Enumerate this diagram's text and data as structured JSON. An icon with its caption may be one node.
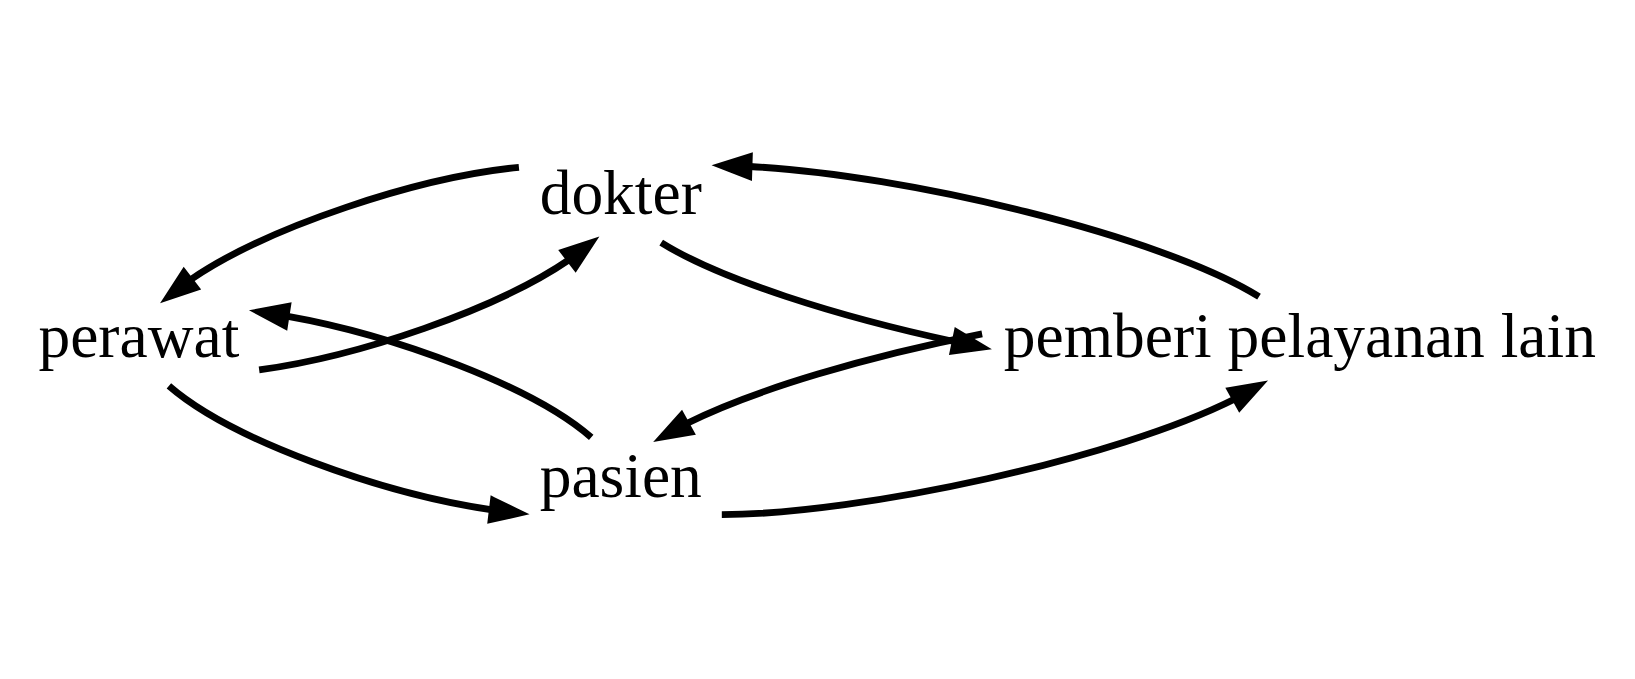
{
  "diagram": {
    "nodes": [
      {
        "text": [
          "dokter"
        ]
      },
      {
        "text": [
          "perawat"
        ]
      },
      {
        "text": [
          "pemberi pelayanan lain"
        ]
      },
      {
        "text": [
          "pasien"
        ]
      }
    ],
    "edges": [
      {
        "from": 1,
        "to": 0,
        "arrow": "to"
      },
      {
        "from": 0,
        "to": 1,
        "arrow": "to"
      },
      {
        "from": 0,
        "to": 2,
        "arrow": "to"
      },
      {
        "from": 2,
        "to": 0,
        "arrow": "to"
      },
      {
        "from": 1,
        "to": 3,
        "arrow": "to"
      },
      {
        "from": 3,
        "to": 1,
        "arrow": "to"
      },
      {
        "from": 3,
        "to": 2,
        "arrow": "to"
      },
      {
        "from": 2,
        "to": 3,
        "arrow": "to"
      }
    ]
  }
}
